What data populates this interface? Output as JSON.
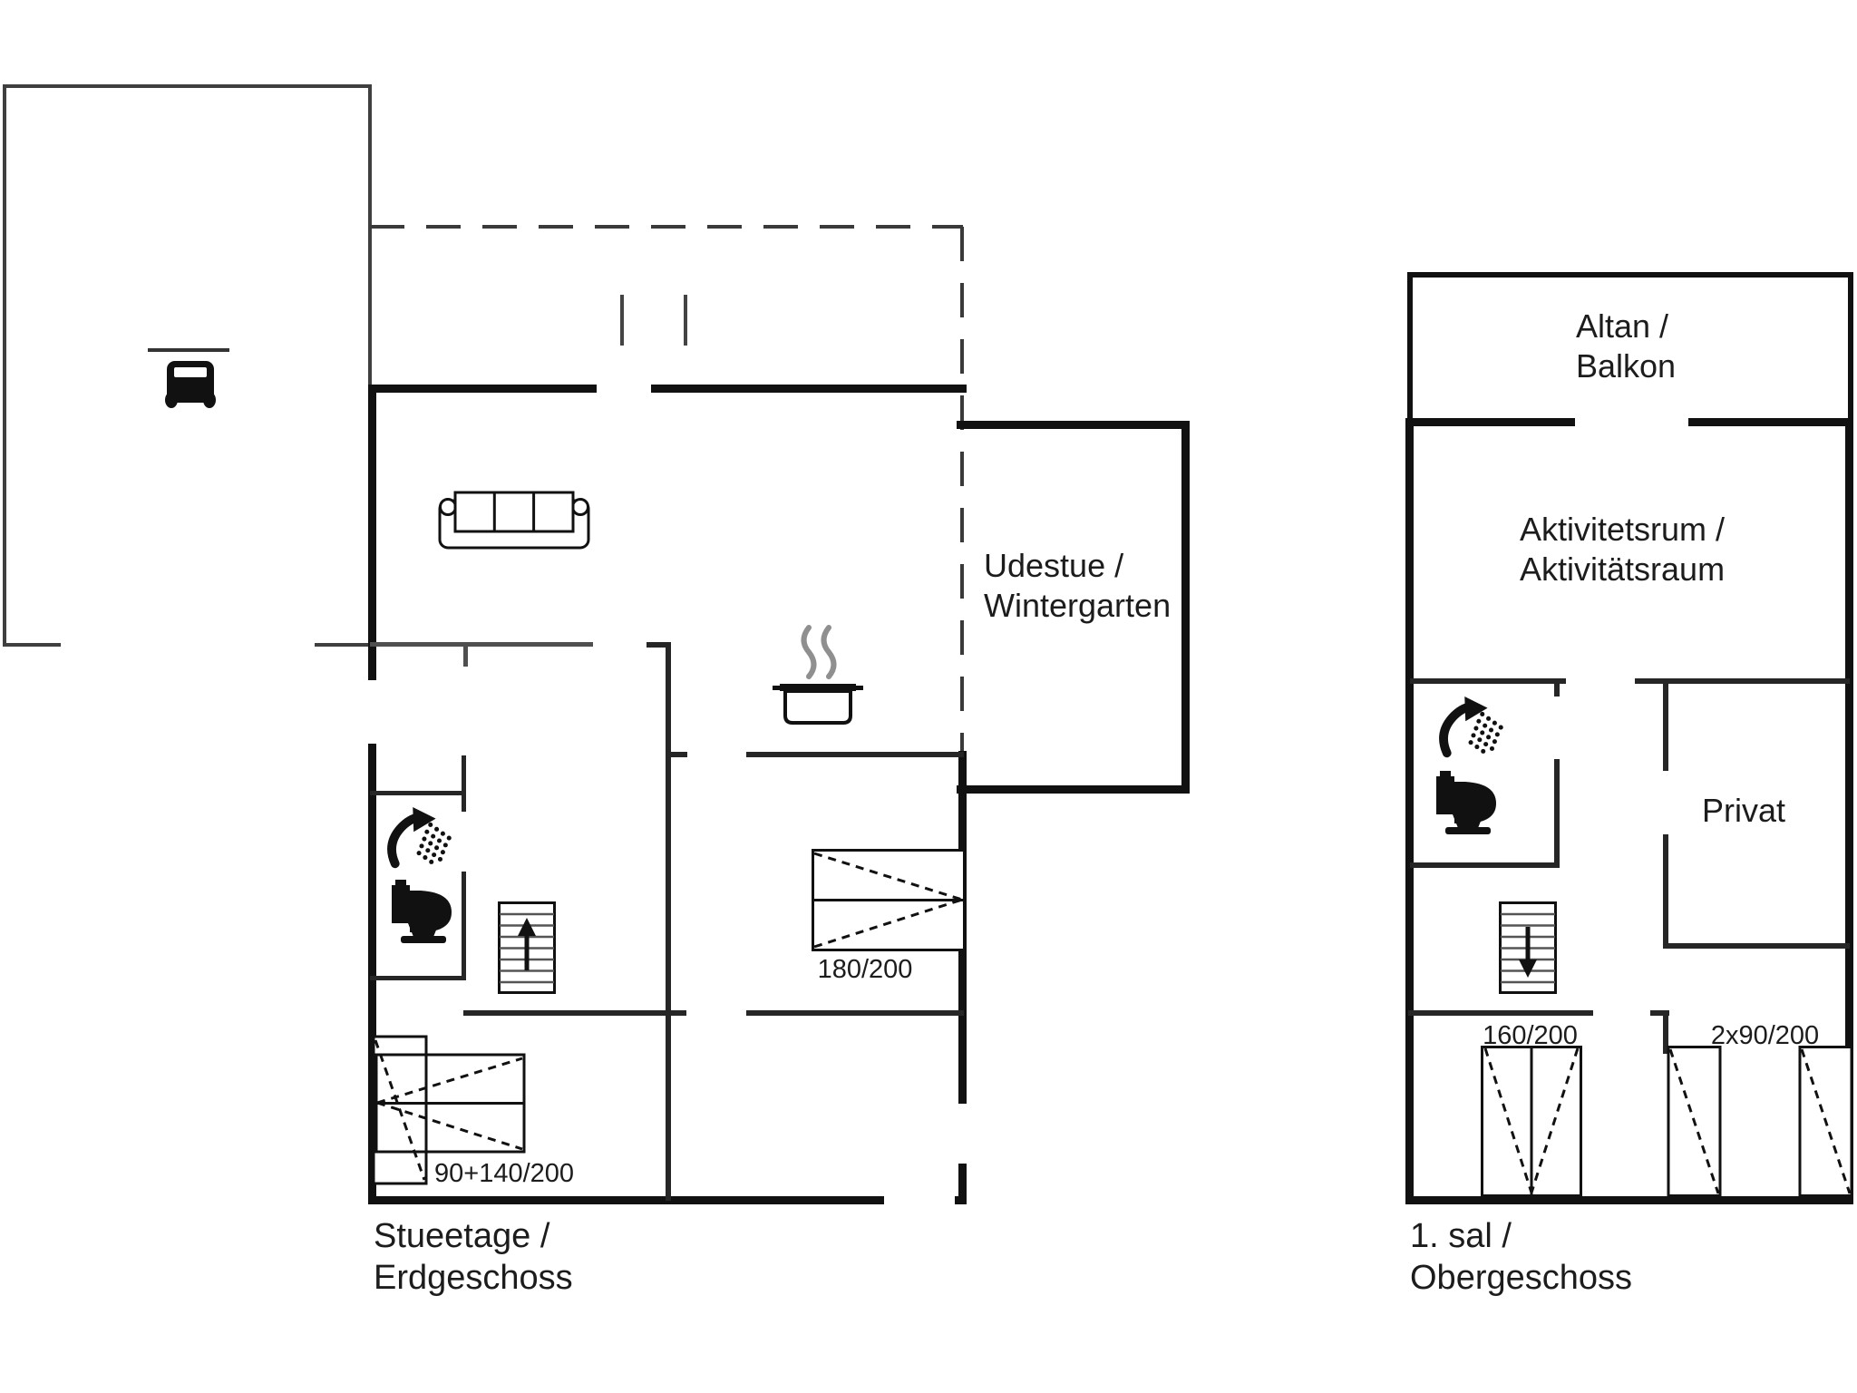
{
  "colors": {
    "background": "#ffffff",
    "wall": "#111111",
    "interior_wall": "#262626",
    "thin_line": "#3f3f3f",
    "text": "#1c1c1c",
    "steam": "#8f8f8f"
  },
  "ground_floor": {
    "floor_label": {
      "line1": "Stueetage /",
      "line2": "Erdgeschoss"
    },
    "rooms": {
      "wintergarten": {
        "line1": "Udestue /",
        "line2": "Wintergarten"
      }
    },
    "beds": {
      "double_label": "180/200",
      "combo_label": "90+140/200"
    },
    "icons": {
      "car": "car-icon",
      "sofa": "sofa-icon",
      "pot": "cooking-pot-icon",
      "shower": "shower-icon",
      "toilet": "toilet-icon",
      "stairs": "stairs-up-icon"
    }
  },
  "first_floor": {
    "floor_label": {
      "line1": "1. sal /",
      "line2": "Obergeschoss"
    },
    "rooms": {
      "balcony": {
        "line1": "Altan /",
        "line2": "Balkon"
      },
      "activity": {
        "line1": "Aktivitetsrum /",
        "line2": "Aktivitätsraum"
      },
      "private": {
        "label": "Privat"
      }
    },
    "beds": {
      "double_label": "160/200",
      "twin_label": "2x90/200"
    },
    "icons": {
      "shower": "shower-icon",
      "toilet": "toilet-icon",
      "stairs": "stairs-down-icon"
    }
  }
}
